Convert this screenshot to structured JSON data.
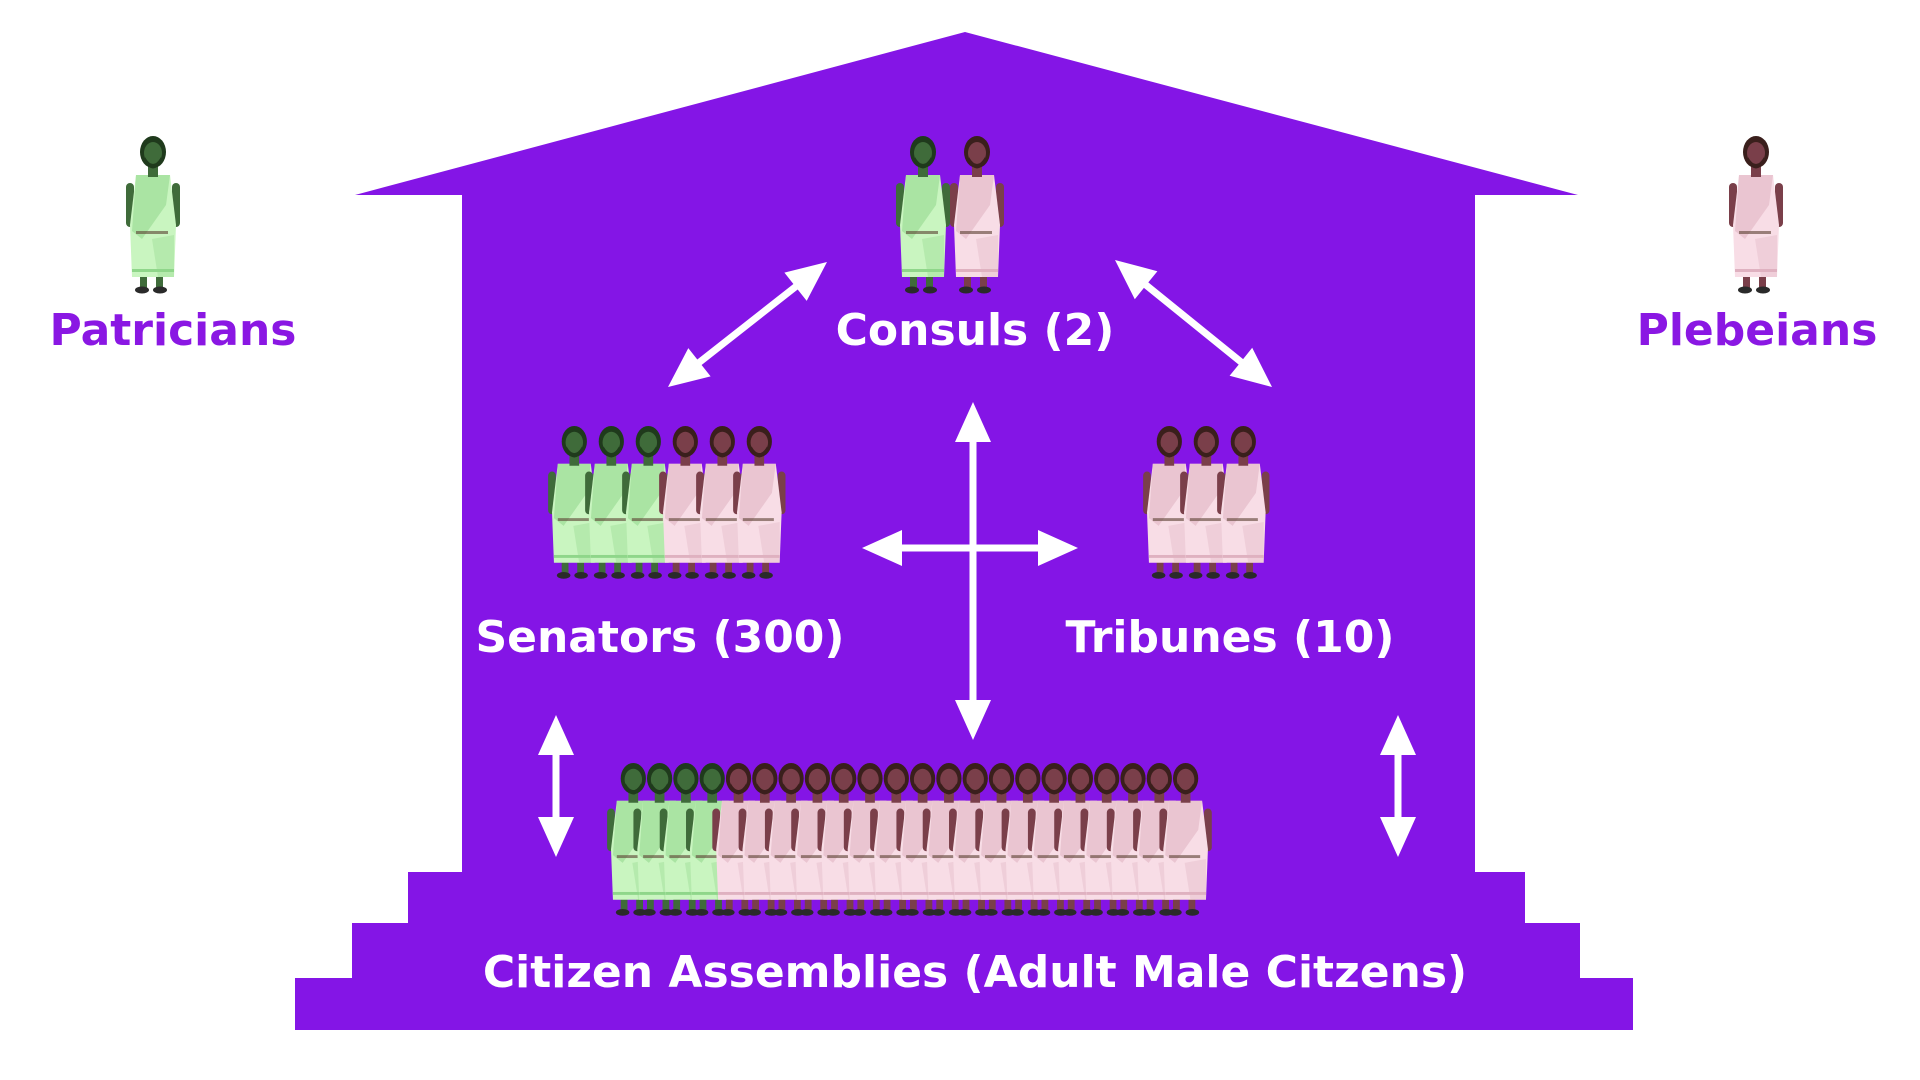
{
  "colors": {
    "building": "#8415e6",
    "outside_label": "#8a17e3",
    "inside_label": "#ffffff",
    "arrow": "#ffffff",
    "patrician_toga": "#c9f5c0",
    "patrician_shade": "#8fd68a",
    "plebeian_toga": "#f8dde6",
    "plebeian_shade": "#dfb1c0",
    "skin_patrician": "#3f6b3a",
    "skin_plebeian": "#7a3f4a",
    "hair_patrician": "#1f3a1c",
    "hair_plebeian": "#3a1f1c"
  },
  "labels": {
    "patricians": "Patricians",
    "plebeians": "Plebeians",
    "consuls": "Consuls (2)",
    "senators": "Senators (300)",
    "tribunes": "Tribunes (10)",
    "assemblies": "Citizen Assemblies (Adult Male Citzens)"
  },
  "groups": {
    "legend_patrician": [
      "patrician"
    ],
    "legend_plebeian": [
      "plebeian"
    ],
    "consuls": [
      "patrician",
      "plebeian"
    ],
    "senators": [
      "patrician",
      "patrician",
      "patrician",
      "plebeian",
      "plebeian",
      "plebeian"
    ],
    "tribunes": [
      "plebeian",
      "plebeian",
      "plebeian"
    ],
    "assemblies": [
      "patrician",
      "patrician",
      "patrician",
      "patrician",
      "plebeian",
      "plebeian",
      "plebeian",
      "plebeian",
      "plebeian",
      "plebeian",
      "plebeian",
      "plebeian",
      "plebeian",
      "plebeian",
      "plebeian",
      "plebeian",
      "plebeian",
      "plebeian",
      "plebeian",
      "plebeian",
      "plebeian",
      "plebeian"
    ]
  },
  "icons": {
    "figure": "roman-citizen-icon",
    "arrow": "double-headed-arrow-icon"
  }
}
